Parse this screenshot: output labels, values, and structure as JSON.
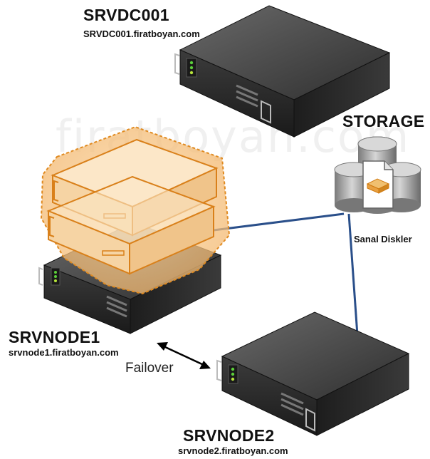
{
  "watermark": "firatboyan.com",
  "servers": {
    "dc": {
      "name": "SRVDC001",
      "fqdn": "SRVDC001.firatboyan.com"
    },
    "node1": {
      "name": "SRVNODE1",
      "fqdn": "srvnode1.firatboyan.com"
    },
    "node2": {
      "name": "SRVNODE2",
      "fqdn": "srvnode2.firatboyan.com"
    }
  },
  "storage": {
    "title": "STORAGE",
    "caption": "Sanal Diskler"
  },
  "failover": {
    "label": "Failover"
  },
  "colors": {
    "server_dark": "#2a2a2a",
    "server_light": "#5a5a5a",
    "vm_orange": "#e08a20",
    "vm_glow": "#f6c890",
    "link_blue": "#2a4f8a",
    "disk_gray": "#8a8a8a",
    "led_green": "#5ccf3a"
  }
}
